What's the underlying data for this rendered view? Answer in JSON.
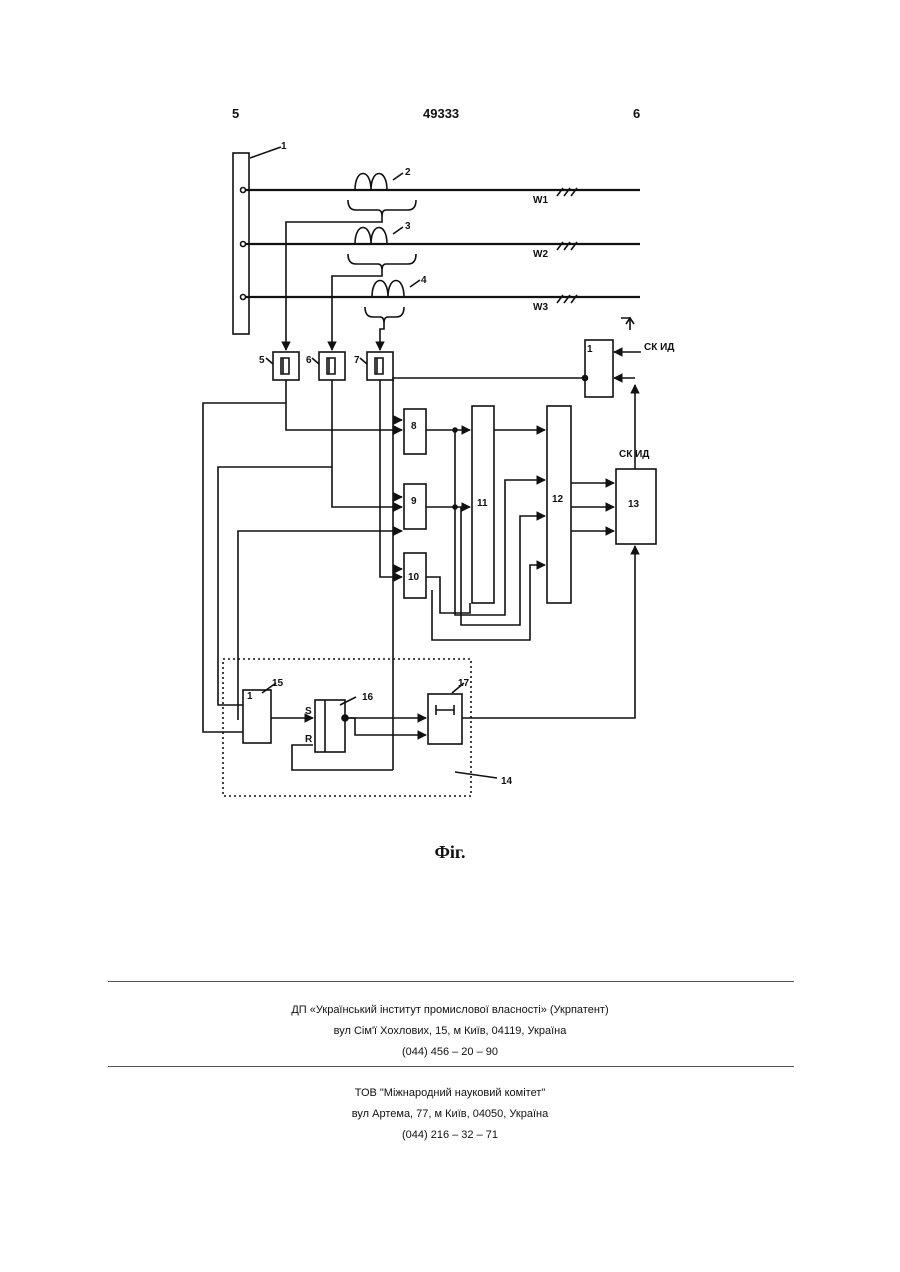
{
  "header": {
    "left_page": "5",
    "patent_number": "49333",
    "right_page": "6"
  },
  "diagram": {
    "labels": {
      "l1": "1",
      "l2": "2",
      "l3": "3",
      "l4": "4",
      "w1": "W1",
      "w2": "W2",
      "w3": "W3",
      "b5": "5",
      "b6": "6",
      "b7": "7",
      "b8": "8",
      "b9": "9",
      "b10": "10",
      "b11": "11",
      "b12": "12",
      "b13": "13",
      "b14": "14",
      "b15": "15",
      "b16": "16",
      "b17": "17",
      "gate_top": "1",
      "gate_15": "1",
      "s": "S",
      "r": "R",
      "sk_id_top": "СК ИД",
      "sk_id_mid": "СК ИД"
    }
  },
  "caption": "Фіг.",
  "imprint_1": {
    "org": "ДП «Український інститут промислової власності» (Укрпатент)",
    "address": "вул  Сім'ї Хохлових, 15, м  Київ, 04119, Україна",
    "phone": "(044) 456 – 20 –  90"
  },
  "imprint_2": {
    "org": "ТОВ \"Міжнародний науковий комітет\"",
    "address": "вул  Артема, 77, м  Київ, 04050, Україна",
    "phone": "(044) 216 – 32 – 71"
  }
}
